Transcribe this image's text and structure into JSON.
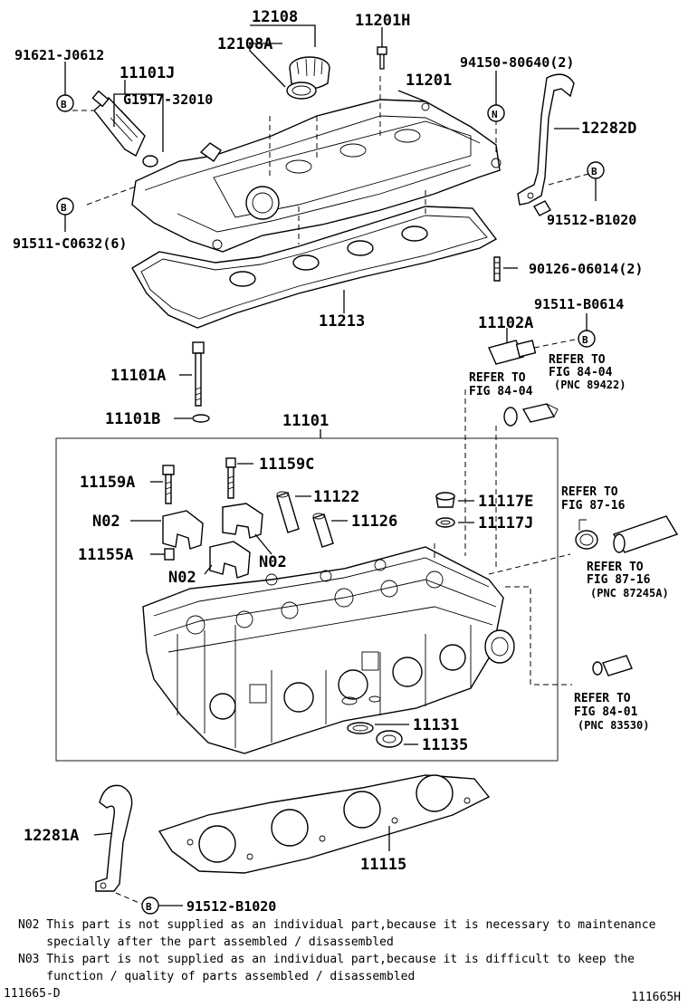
{
  "labels": {
    "p12108": "12108",
    "p12108A": "12108A",
    "p11201H": "11201H",
    "p91621": "91621-J0612",
    "p11101J": "11101J",
    "pG1917": "G1917-32010",
    "p94150": "94150-80640(2)",
    "p11201": "11201",
    "p12282D": "12282D",
    "p91512a": "91512-B1020",
    "p91511c": "91511-C0632(6)",
    "p90126": "90126-06014(2)",
    "p11213": "11213",
    "p91511b": "91511-B0614",
    "p11102A": "11102A",
    "p11101A": "11101A",
    "p11101B": "11101B",
    "p11101": "11101",
    "p11159C": "11159C",
    "p11159A": "11159A",
    "p11122": "11122",
    "p11126": "11126",
    "p11117E": "11117E",
    "p11117J": "11117J",
    "pN02a": "N02",
    "pN02b": "N02",
    "pN02c": "N02",
    "p11155A": "11155A",
    "p11131": "11131",
    "p11135": "11135",
    "p12281A": "12281A",
    "p11115": "11115",
    "p91512b": "91512-B1020"
  },
  "callouts": {
    "b": "B",
    "n": "N"
  },
  "refs": {
    "r1": [
      "REFER TO",
      "FIG 84-04",
      "(PNC 89422)"
    ],
    "r2": [
      "REFER TO",
      "FIG 84-04"
    ],
    "r3": [
      "REFER TO",
      "FIG 87-16"
    ],
    "r4": [
      "REFER TO",
      "FIG 87-16",
      "(PNC 87245A)"
    ],
    "r5": [
      "REFER TO",
      "FIG 84-01",
      "(PNC 83530)"
    ]
  },
  "notes": [
    "N02 This part is not supplied as an individual part,because it is necessary to maintenance",
    "    specially after the part assembled / disassembled",
    "N03 This part is not supplied as an individual part,because it is difficult to keep the",
    "    function / quality of parts assembled / disassembled"
  ],
  "footer": {
    "left": "111665-D",
    "right": "111665H"
  }
}
